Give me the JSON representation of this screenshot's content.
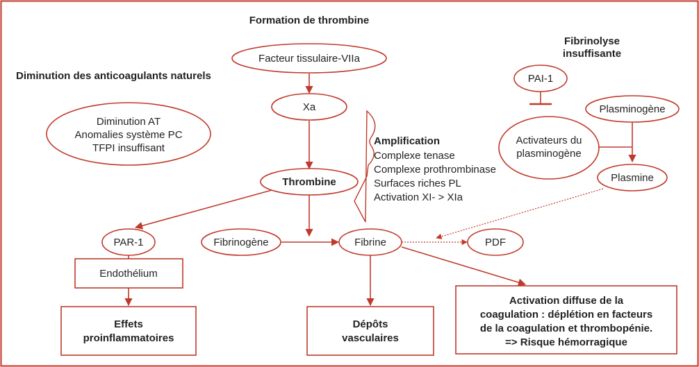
{
  "colors": {
    "accent": "#c0392b",
    "text": "#222222",
    "background": "#ffffff"
  },
  "headings": {
    "thrombin_formation": "Formation de thrombine",
    "anticoagulant_decrease": "Diminution des anticoagulants naturels",
    "fibrinolysis_line1": "Fibrinolyse",
    "fibrinolysis_line2": "insuffisante"
  },
  "nodes": {
    "tissue_factor": "Facteur tissulaire-VIIa",
    "xa": "Xa",
    "thrombin": "Thrombine",
    "anticoag_lines": [
      "Diminution AT",
      "Anomalies système PC",
      "TFPI insuffisant"
    ],
    "par1": "PAR-1",
    "endothelium": "Endothélium",
    "fibrinogen": "Fibrinogène",
    "fibrin": "Fibrine",
    "pdf": "PDF",
    "pai1": "PAI-1",
    "plasminogen": "Plasminogène",
    "activators_lines": [
      "Activateurs du",
      "plasminogène"
    ],
    "plasmin": "Plasmine",
    "inflammatory_lines": [
      "Effets",
      "proinflammatoires"
    ],
    "vascular_lines": [
      "Dépôts",
      "vasculaires"
    ],
    "coagulation_lines": [
      "Activation diffuse de la",
      "coagulation : déplétion en facteurs",
      "de la coagulation et thrombopénie.",
      "=> Risque hémorragique"
    ]
  },
  "amplification": {
    "title": "Amplification",
    "items": [
      "Complexe tenase",
      "Complexe prothrombinase",
      "Surfaces riches PL",
      "Activation XI- > XIa"
    ]
  }
}
